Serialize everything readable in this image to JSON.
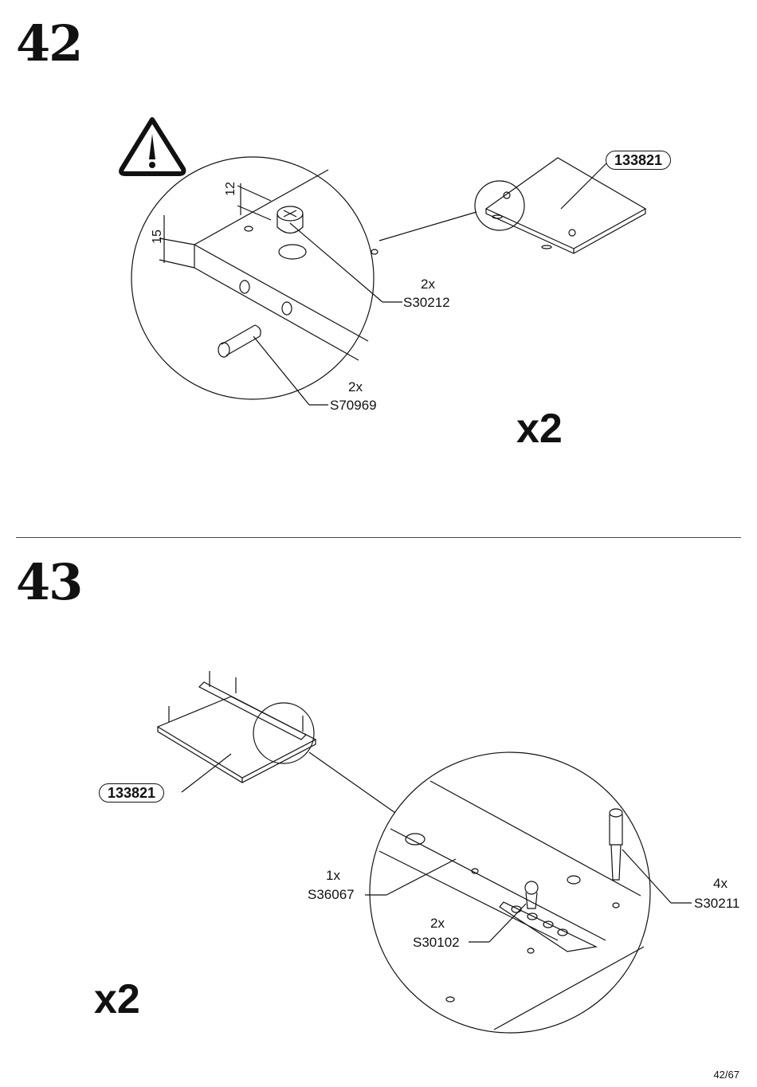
{
  "steps": [
    {
      "number": "42",
      "multiplier": "x2",
      "panel_code": "133821",
      "dimensions": {
        "top": "12",
        "side": "15"
      },
      "parts": [
        {
          "qty": "2x",
          "code": "S30212"
        },
        {
          "qty": "2x",
          "code": "S70969"
        }
      ],
      "warning_icon": "warning-triangle-icon"
    },
    {
      "number": "43",
      "multiplier": "x2",
      "panel_code": "133821",
      "parts": [
        {
          "qty": "1x",
          "code": "S36067"
        },
        {
          "qty": "2x",
          "code": "S30102"
        },
        {
          "qty": "4x",
          "code": "S30211"
        }
      ]
    }
  ],
  "page": {
    "number": "42/67"
  }
}
